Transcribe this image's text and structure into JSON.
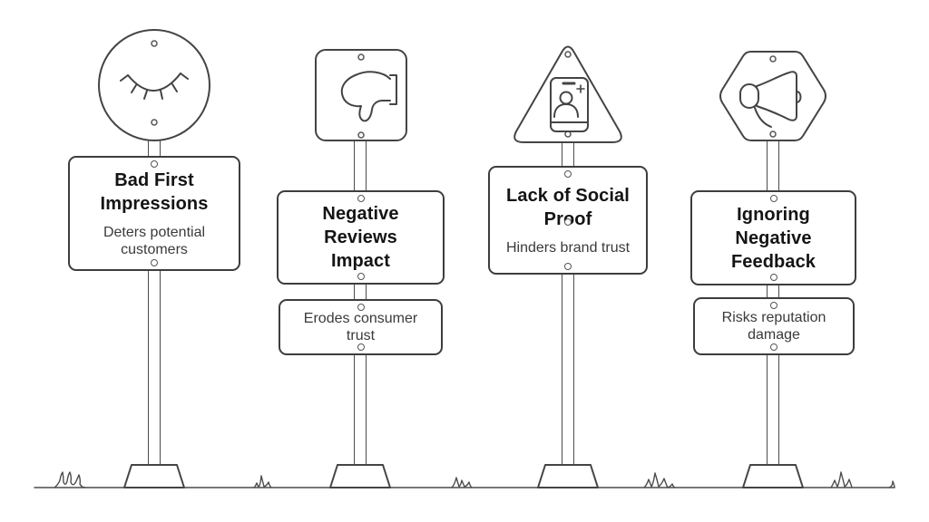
{
  "canvas": {
    "background_color": "#ffffff",
    "line_color": "#444444",
    "title_color": "#141414",
    "subtitle_color": "#3a3a3a"
  },
  "signs": [
    {
      "id": "bad-first-impressions",
      "shape": "circle",
      "icon": "closed-eye-icon",
      "title": "Bad First\nImpressions",
      "subtitle": "Deters potential\ncustomers",
      "sub_board": null
    },
    {
      "id": "negative-reviews-impact",
      "shape": "rounded-square",
      "icon": "thumbs-down-icon",
      "title": "Negative\nReviews\nImpact",
      "subtitle": null,
      "sub_board": "Erodes consumer\ntrust"
    },
    {
      "id": "lack-of-social-proof",
      "shape": "triangle",
      "icon": "add-contact-phone-icon",
      "title": "Lack of Social\nProof",
      "subtitle": "Hinders brand trust",
      "sub_board": null
    },
    {
      "id": "ignoring-negative-feedback",
      "shape": "hexagon",
      "icon": "megaphone-icon",
      "title": "Ignoring\nNegative\nFeedback",
      "subtitle": null,
      "sub_board": "Risks reputation\ndamage"
    }
  ]
}
